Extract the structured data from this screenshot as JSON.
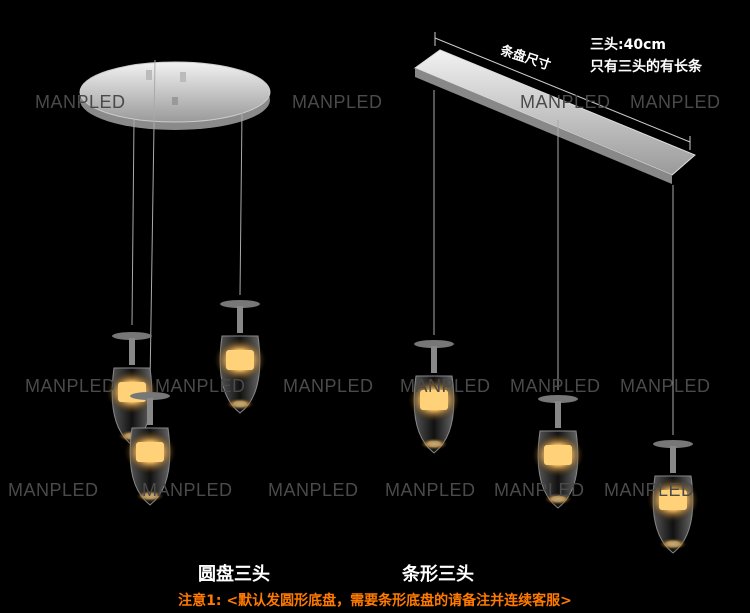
{
  "watermark": "MANPLED",
  "bar_label": "条盘尺寸",
  "spec": {
    "line1": "三头:40cm",
    "line2": "只有三头的有长条"
  },
  "captions": {
    "round": "圆盘三头",
    "bar": "条形三头"
  },
  "note": "注意1: <默认发圆形底盘，需要条形底盘的请备注并连续客服>",
  "colors": {
    "background": "#000000",
    "note": "#ff7a00",
    "glow": "#ffd27a"
  }
}
